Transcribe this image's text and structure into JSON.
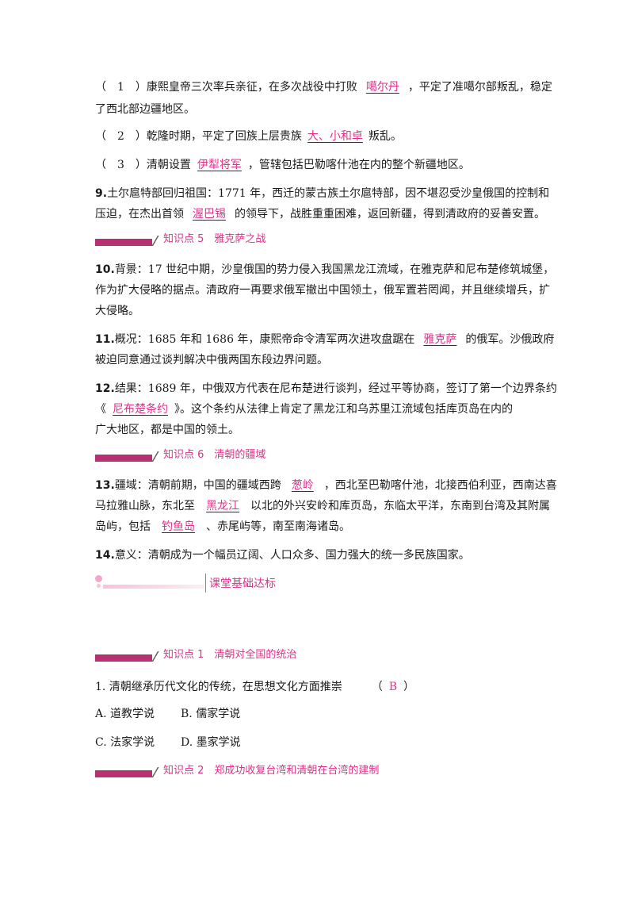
{
  "q8": {
    "p1": {
      "pre": "（　1　）康熙皇帝三次率兵亲征，在多次战役中打败",
      "ans": "噶尔丹",
      "post": "，平定了准噶尔部叛乱，稳定"
    },
    "p1b": "了西北部边疆地区。",
    "p2": {
      "pre": "（　2　）乾隆时期，平定了回族上层贵族",
      "ans": "大、小和卓",
      "post": "叛乱。"
    },
    "p3": {
      "pre": "（　3　）清朝设置",
      "ans": "伊犁将军",
      "post": "，管辖包括巴勒喀什池在内的整个新疆地区。"
    }
  },
  "q9": {
    "num": "9.",
    "l1": "土尔扈特部回归祖国：1771 年，西迁的蒙古族土尔扈特部，因不堪忍受沙皇俄国的控制和",
    "l2pre": "压迫，在杰出首领",
    "ans": "渥巴锡",
    "l2post": "的领导下，战胜重重困难，返回新疆，得到清政府的妥善安置。"
  },
  "sec5": {
    "label": "知识点 5　雅克萨之战"
  },
  "q10": {
    "num": "10.",
    "l1": "背景：17 世纪中期，沙皇俄国的势力侵入我国黑龙江流域，在雅克萨和尼布楚修筑城堡，",
    "l2": "作为扩大侵略的据点。清政府一再要求俄军撤出中国领土，俄军置若罔闻，并且继续增兵，扩",
    "l3": "大侵略。"
  },
  "q11": {
    "num": "11.",
    "l1pre": "概况：1685 年和 1686 年，康熙帝命令清军两次进攻盘踞在",
    "ans": "雅克萨",
    "l1post": "的俄军。沙俄政府",
    "l2": "被迫同意通过谈判解决中俄两国东段边界问题。"
  },
  "q12": {
    "num": "12.",
    "l1": "结果：1689 年，中俄双方代表在尼布楚进行谈判，经过平等协商，签订了第一个边界条约",
    "l2pre": "《",
    "ans": "尼布楚条约",
    "l2post": "》。这个条约从法律上肯定了黑龙江和乌苏里江流域包括库页岛在内的",
    "l3": "广大地区，都是中国的领土。"
  },
  "sec6": {
    "label": "知识点 6　清朝的疆域"
  },
  "q13": {
    "num": "13.",
    "l1pre": "疆域：清朝前期，中国的疆域西跨",
    "ans1": "葱岭",
    "l1post": "，西北至巴勒喀什池，北接西伯利亚，西南达喜",
    "l2pre": "马拉雅山脉，东北至",
    "ans2": "黑龙江",
    "l2post": "以北的外兴安岭和库页岛，东临太平洋，东南到台湾及其附属",
    "l3pre": "岛屿，包括",
    "ans3": "钓鱼岛",
    "l3post": "、赤尾屿等，南至南海诸岛。"
  },
  "q14": {
    "num": "14.",
    "l1": "意义：清朝成为一个幅员辽阔、人口众多、国力强大的统一多民族国家。"
  },
  "banner": {
    "label": "课堂基础达标"
  },
  "sec1": {
    "label": "知识点 1　清朝对全国的统治"
  },
  "c1": {
    "stem": "1. 清朝继承历代文化的传统，在思想文化方面推崇",
    "paren_open": "（",
    "ans": "B",
    "paren_close": "）",
    "optA": "A. 道教学说",
    "optB": "B. 儒家学说",
    "optC": "C. 法家学说",
    "optD": "D. 墨家学说"
  },
  "sec2": {
    "label": "知识点 2　郑成功收复台湾和清朝在台湾的建制"
  },
  "colors": {
    "accent": "#e0308a",
    "bar": "#b8306f"
  }
}
